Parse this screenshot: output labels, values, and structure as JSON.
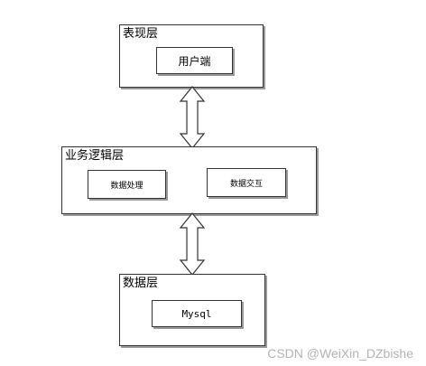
{
  "layers": {
    "presentation": {
      "title": "表现层",
      "client": "用户端"
    },
    "business": {
      "title": "业务逻辑层",
      "processing": "数据处理",
      "interaction": "数据交互"
    },
    "data": {
      "title": "数据层",
      "database": "Mysql"
    }
  },
  "watermark": "CSDN @WeiXin_DZbishe"
}
